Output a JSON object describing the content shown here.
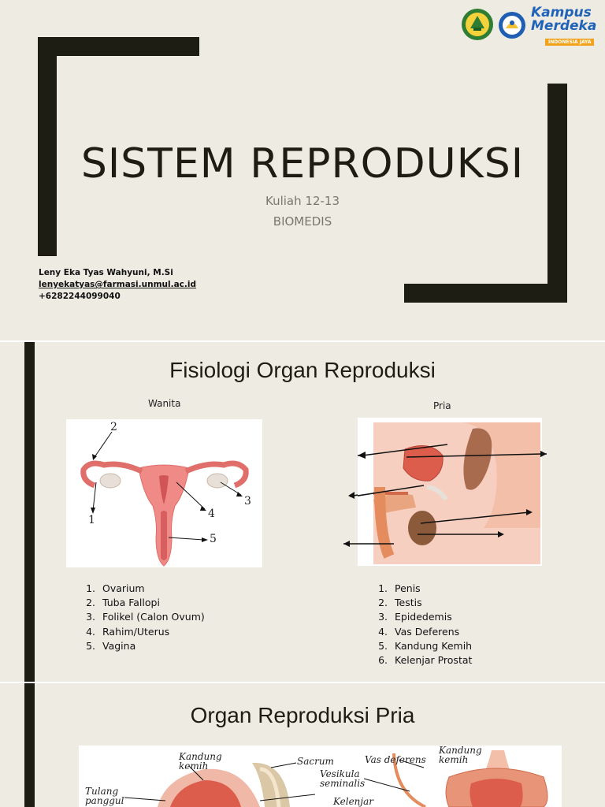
{
  "logos": {
    "kampus_line1": "Kampus",
    "kampus_line2": "Merdeka",
    "kampus_tagline": "INDONESIA JAYA"
  },
  "slide1": {
    "title": "SISTEM REPRODUKSI",
    "subtitle_line1": "Kuliah 12-13",
    "subtitle_line2": "BIOMEDIS",
    "author_name": "Leny Eka Tyas Wahyuni, M.Si",
    "author_email": "lenyekatyas@farmasi.unmul.ac.id",
    "author_phone": "+6282244099040"
  },
  "slide2": {
    "title": "Fisiologi Organ Reproduksi",
    "female": {
      "caption": "Wanita",
      "figure_labels": [
        "1",
        "2",
        "3",
        "4",
        "5"
      ],
      "items": [
        {
          "num": "1.",
          "label": "Ovarium"
        },
        {
          "num": "2.",
          "label": "Tuba Fallopi"
        },
        {
          "num": "3.",
          "label": "Folikel (Calon Ovum)"
        },
        {
          "num": "4.",
          "label": "Rahim/Uterus"
        },
        {
          "num": "5.",
          "label": "Vagina"
        }
      ]
    },
    "male": {
      "caption": "Pria",
      "items": [
        {
          "num": "1.",
          "label": "Penis"
        },
        {
          "num": "2.",
          "label": "Testis"
        },
        {
          "num": "3.",
          "label": "Epidedemis"
        },
        {
          "num": "4.",
          "label": "Vas Deferens"
        },
        {
          "num": "5.",
          "label": "Kandung Kemih"
        },
        {
          "num": "6.",
          "label": "Kelenjar Prostat"
        }
      ]
    }
  },
  "slide3": {
    "title": "Organ Reproduksi Pria",
    "figure_labels": {
      "kandung_kemih_left": "Kandung kemih",
      "sacrum": "Sacrum",
      "vas_deferens": "Vas deferens",
      "kandung_kemih_right": "Kandung kemih",
      "vesikula_seminalis": "Vesikula seminalis",
      "tulang_panggul": "Tulang panggul",
      "kelenjar": "Kelenjar"
    }
  },
  "colors": {
    "slide_bg": "#eeebe3",
    "frame": "#1d1d13",
    "text_muted": "#7a776f"
  }
}
